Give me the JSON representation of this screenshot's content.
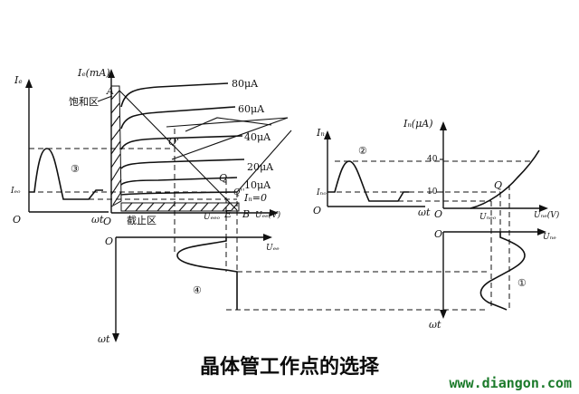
{
  "caption": "晶体管工作点的选择",
  "watermark": "www.diangon.com",
  "output_chart": {
    "y_axis_label": "Iₑ(mA)",
    "x_axis_label": "Uₑₑ(V)",
    "origin": "O",
    "region_saturation": "饱和区",
    "region_cutoff": "截止区",
    "point_A": "A",
    "point_B": "B",
    "point_E": "E",
    "point_Q": "Q",
    "point_Q1": "Q'",
    "point_Q2": "Q''",
    "uceo_label": "Uₑₑₒ",
    "curve_labels": [
      "80μA",
      "60μA",
      "40μA",
      "20μA",
      "10μA",
      "Iₙ=0"
    ]
  },
  "collector_wave": {
    "y_axis_label": "Iₑ",
    "x_axis_label": "ωt",
    "origin": "O",
    "ico_label": "Iₑₒ",
    "circle_label": "③"
  },
  "uce_wave": {
    "origin": "O",
    "axis_label": "Uₑₑ",
    "time_label": "ωt",
    "circle_label": "④"
  },
  "input_chart": {
    "y_axis_label": "Iₙ(μA)",
    "x_axis_label": "Uₙₑ(V)",
    "origin": "O",
    "ticks": [
      "40",
      "10"
    ],
    "point_Q": "Q",
    "ubeo_label": "Uₙₑₒ",
    "ibo_label": "Iₙₒ"
  },
  "base_wave": {
    "y_axis_label": "Iₙ",
    "x_axis_label": "ωt",
    "origin": "O",
    "circle_label": "②"
  },
  "ube_wave": {
    "origin": "O",
    "axis_label": "Uₙₑ",
    "time_label": "ωt",
    "circle_label": "①"
  }
}
